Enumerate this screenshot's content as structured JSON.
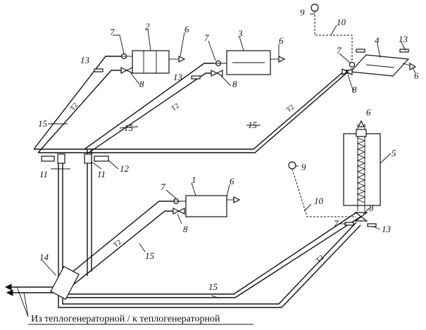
{
  "diagram": {
    "pipe_mark": "T2",
    "caption": "Из теплогенераторной / к теплогенераторной",
    "labels": {
      "n1": "1",
      "n2": "2",
      "n3": "3",
      "n4": "4",
      "n5": "5",
      "n6": "6",
      "n7": "7",
      "n8": "8",
      "n9": "9",
      "n10": "10",
      "n11": "11",
      "n12": "12",
      "n13": "13",
      "n14": "14",
      "n15": "15"
    }
  }
}
